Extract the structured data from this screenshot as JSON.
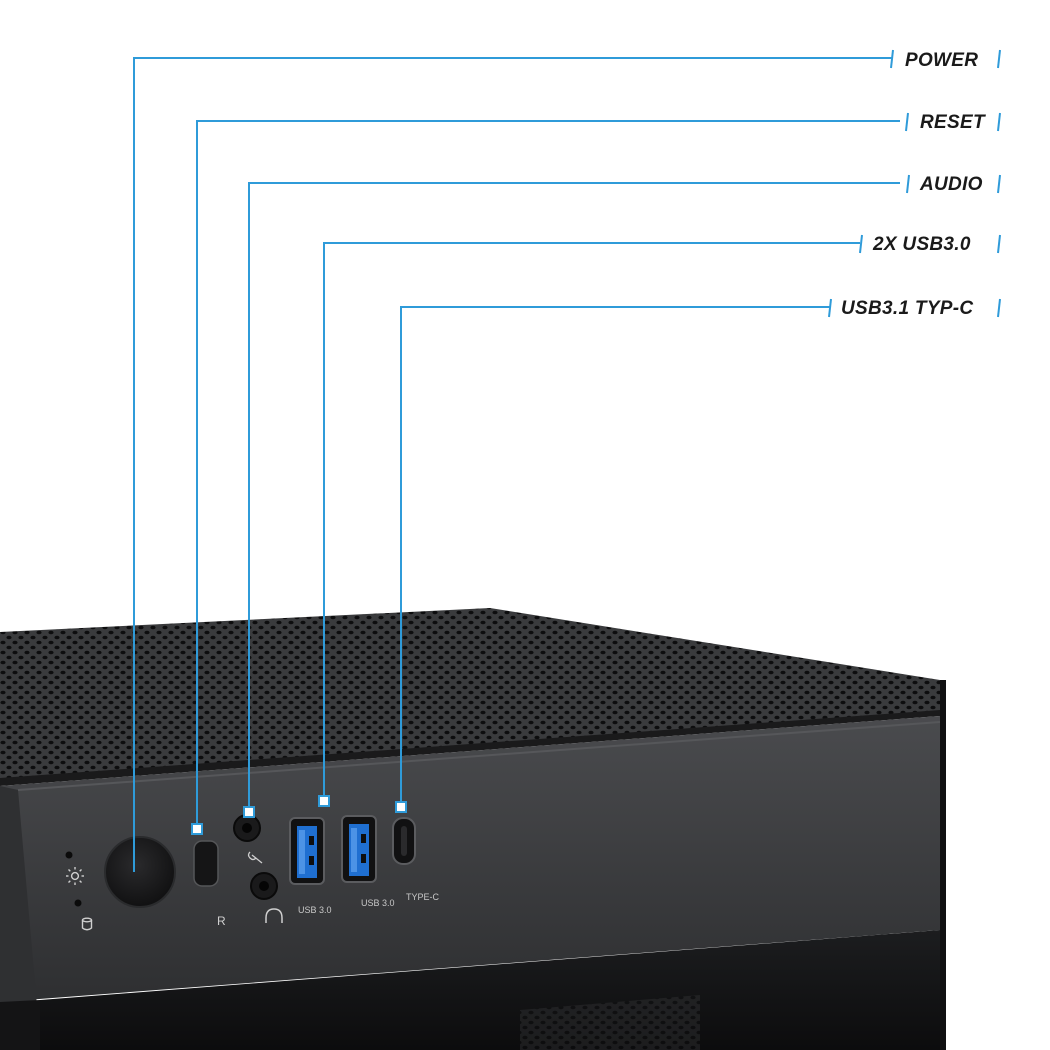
{
  "callouts": [
    {
      "id": "power",
      "label": "POWER"
    },
    {
      "id": "reset",
      "label": "RESET"
    },
    {
      "id": "audio",
      "label": "AUDIO"
    },
    {
      "id": "usb30",
      "label": "2X USB3.0"
    },
    {
      "id": "typec",
      "label": "USB3.1 TYP-C"
    }
  ],
  "panel": {
    "reset_letter": "R",
    "usb_a_left_label": "USB 3.0",
    "usb_a_right_label": "USB 3.0",
    "typec_label": "TYPE-C"
  },
  "colors": {
    "accent": "#2f9bd9",
    "case_top": "#2b2c2e",
    "case_front": "#3a3b3d",
    "usb_blue": "#1f6fd1"
  },
  "icons": [
    "led-sun-icon",
    "hdd-icon",
    "microphone-icon",
    "headphone-icon"
  ]
}
